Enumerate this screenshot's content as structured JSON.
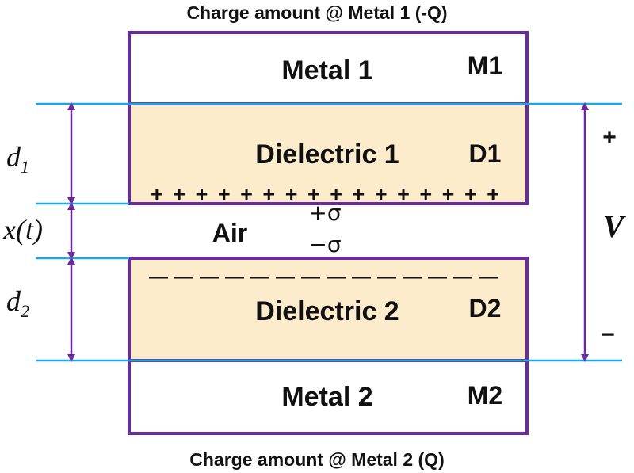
{
  "top_caption": "Charge amount @ Metal 1 (-Q)",
  "bottom_caption": "Charge amount @ Metal 2 (Q)",
  "layers": {
    "metal1": {
      "name": "Metal 1",
      "code": "M1"
    },
    "dielectric1": {
      "name": "Dielectric 1",
      "code": "D1"
    },
    "gap": {
      "name": "Air"
    },
    "dielectric2": {
      "name": "Dielectric 2",
      "code": "D2"
    },
    "metal2": {
      "name": "Metal 2",
      "code": "M2"
    }
  },
  "charges": {
    "positive_row": "+ + + + + + + + + + + + + + + +",
    "negative_row": "— — — — — — — — — — — — — —",
    "positive_density": "+σ",
    "negative_density": "−σ"
  },
  "dimensions": {
    "d1": {
      "main": "d",
      "sub": "1"
    },
    "gap": "x(t)",
    "d2": {
      "main": "d",
      "sub": "2"
    }
  },
  "voltage": {
    "symbol": "V",
    "plus": "+",
    "minus": "−"
  },
  "colors": {
    "border": "#6a2aa0",
    "dielectric_fill": "#fdeccc",
    "metal_fill": "#ffffff",
    "line": "#1ba6e6",
    "arrow": "#6a2aa0"
  }
}
